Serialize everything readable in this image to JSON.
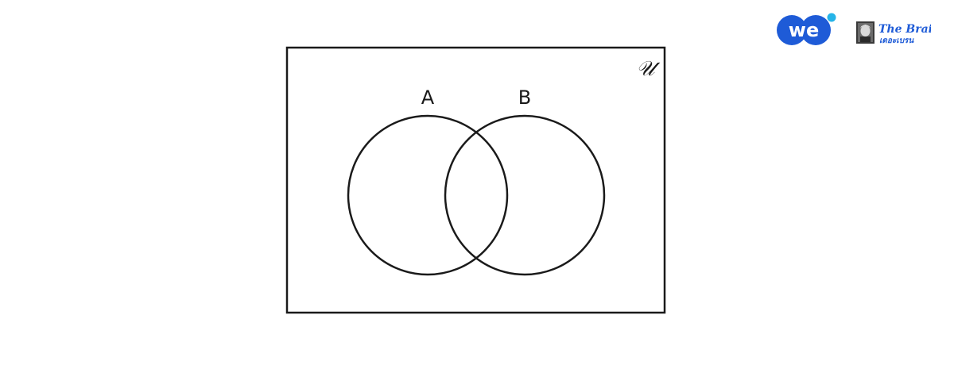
{
  "logos": {
    "we": {
      "text": "we",
      "color": "#1e5bd7",
      "dot_color": "#25b4e8"
    },
    "the_brain": {
      "title": "The Brain",
      "subtitle": "เดอะเบรน",
      "color": "#1e5bd7"
    }
  },
  "venn": {
    "universe_label": "𝒰",
    "sets": [
      {
        "label": "A"
      },
      {
        "label": "B"
      }
    ],
    "stroke_color": "#1a1a1a"
  }
}
